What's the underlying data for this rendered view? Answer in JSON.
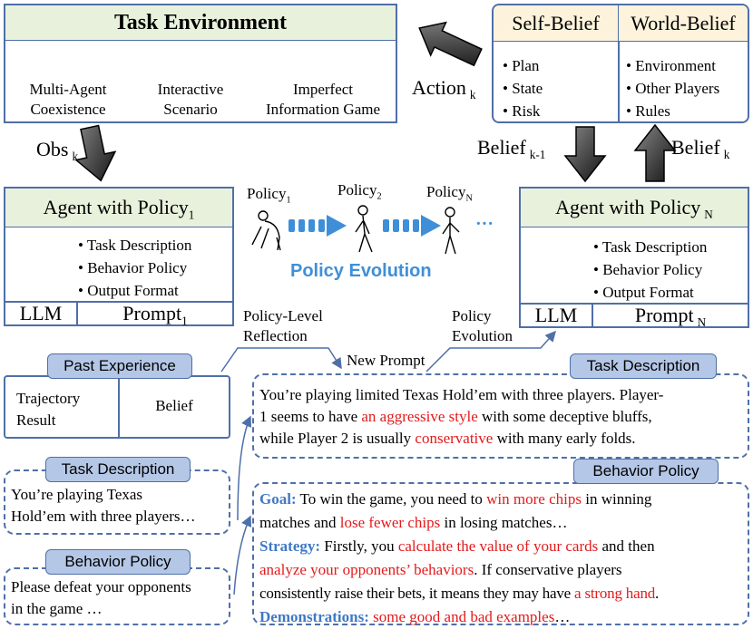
{
  "task_env": {
    "title": "Task Environment",
    "items": [
      {
        "line1": "Multi-Agent",
        "line2": "Coexistence"
      },
      {
        "line1": "Interactive",
        "line2": "Scenario"
      },
      {
        "line1": "Imperfect",
        "line2": "Information Game"
      }
    ]
  },
  "beliefs": {
    "self_title": "Self-Belief",
    "world_title": "World-Belief",
    "self_items": [
      "Plan",
      "State",
      "Risk"
    ],
    "world_items": [
      "Environment",
      "Other Players",
      "Rules"
    ]
  },
  "arrows": {
    "action": "Action",
    "action_sub": "k",
    "obs": "Obs",
    "obs_sub": "k",
    "belief_prev": "Belief",
    "belief_prev_sub": "k-1",
    "belief_next": "Belief",
    "belief_next_sub": "k"
  },
  "agent1": {
    "title": "Agent with Policy",
    "title_sub": "1",
    "items": [
      "Task Description",
      "Behavior Policy",
      "Output Format"
    ],
    "llm": "LLM",
    "prompt": "Prompt",
    "prompt_sub": "1"
  },
  "agentN": {
    "title": "Agent with Policy",
    "title_sub": "N",
    "items": [
      "Task Description",
      "Behavior Policy",
      "Output Format"
    ],
    "llm": "LLM",
    "prompt": "Prompt",
    "prompt_sub": "N"
  },
  "evolution": {
    "p1": "Policy",
    "p1_sub": "1",
    "p2": "Policy",
    "p2_sub": "2",
    "pN": "Policy",
    "pN_sub": "N",
    "dots": "···",
    "label": "Policy Evolution"
  },
  "flow": {
    "reflection_l1": "Policy-Level",
    "reflection_l2": "Reflection",
    "evolution_l1": "Policy",
    "evolution_l2": "Evolution",
    "new_prompt": "New Prompt"
  },
  "past_experience": {
    "label": "Past Experience",
    "left_l1": "Trajectory",
    "left_l2": "Result",
    "right": "Belief"
  },
  "task_desc_small": {
    "label": "Task Description",
    "l1": "You’re playing Texas",
    "l2": "Hold’em with three players…"
  },
  "behavior_small": {
    "label": "Behavior Policy",
    "l1": "Please defeat your opponents",
    "l2": "in the game …"
  },
  "task_desc_big": {
    "label": "Task Description",
    "l1": "You’re playing limited Texas Hold’em with three players. Player-",
    "l2a": "1 seems to have ",
    "l2_red": "an aggressive style",
    "l2b": " with some deceptive bluffs,",
    "l3a": "while Player 2 is usually ",
    "l3_red": "conservative",
    "l3b": " with many early folds."
  },
  "behavior_big": {
    "label": "Behavior Policy",
    "goal_label": "Goal:",
    "goal_a": " To win the game, you need to ",
    "goal_red1": "win more chips",
    "goal_b": " in winning",
    "goal_c": "matches and ",
    "goal_red2": "lose fewer chips",
    "goal_d": " in losing matches…",
    "strategy_label": "Strategy:",
    "strat_a": " Firstly, you ",
    "strat_red1": "calculate the value of your cards",
    "strat_b": " and then",
    "strat_red2": "analyze your opponents’ behaviors",
    "strat_c": ". If conservative players",
    "strat_d": "consistently raise their bets, it means they may have ",
    "strat_red3": "a strong hand",
    "strat_e": ".",
    "demo_label": "Demonstrations:",
    "demo_red": " some good and bad examples",
    "demo_b": "…"
  },
  "colors": {
    "border_blue": "#4f6fa8",
    "pill_blue": "#b4c7e7",
    "green_header": "#e8f1dc",
    "belief_header": "#fdf3dc",
    "evolution_blue": "#3f8fd8",
    "red_text": "#e31a1c"
  }
}
